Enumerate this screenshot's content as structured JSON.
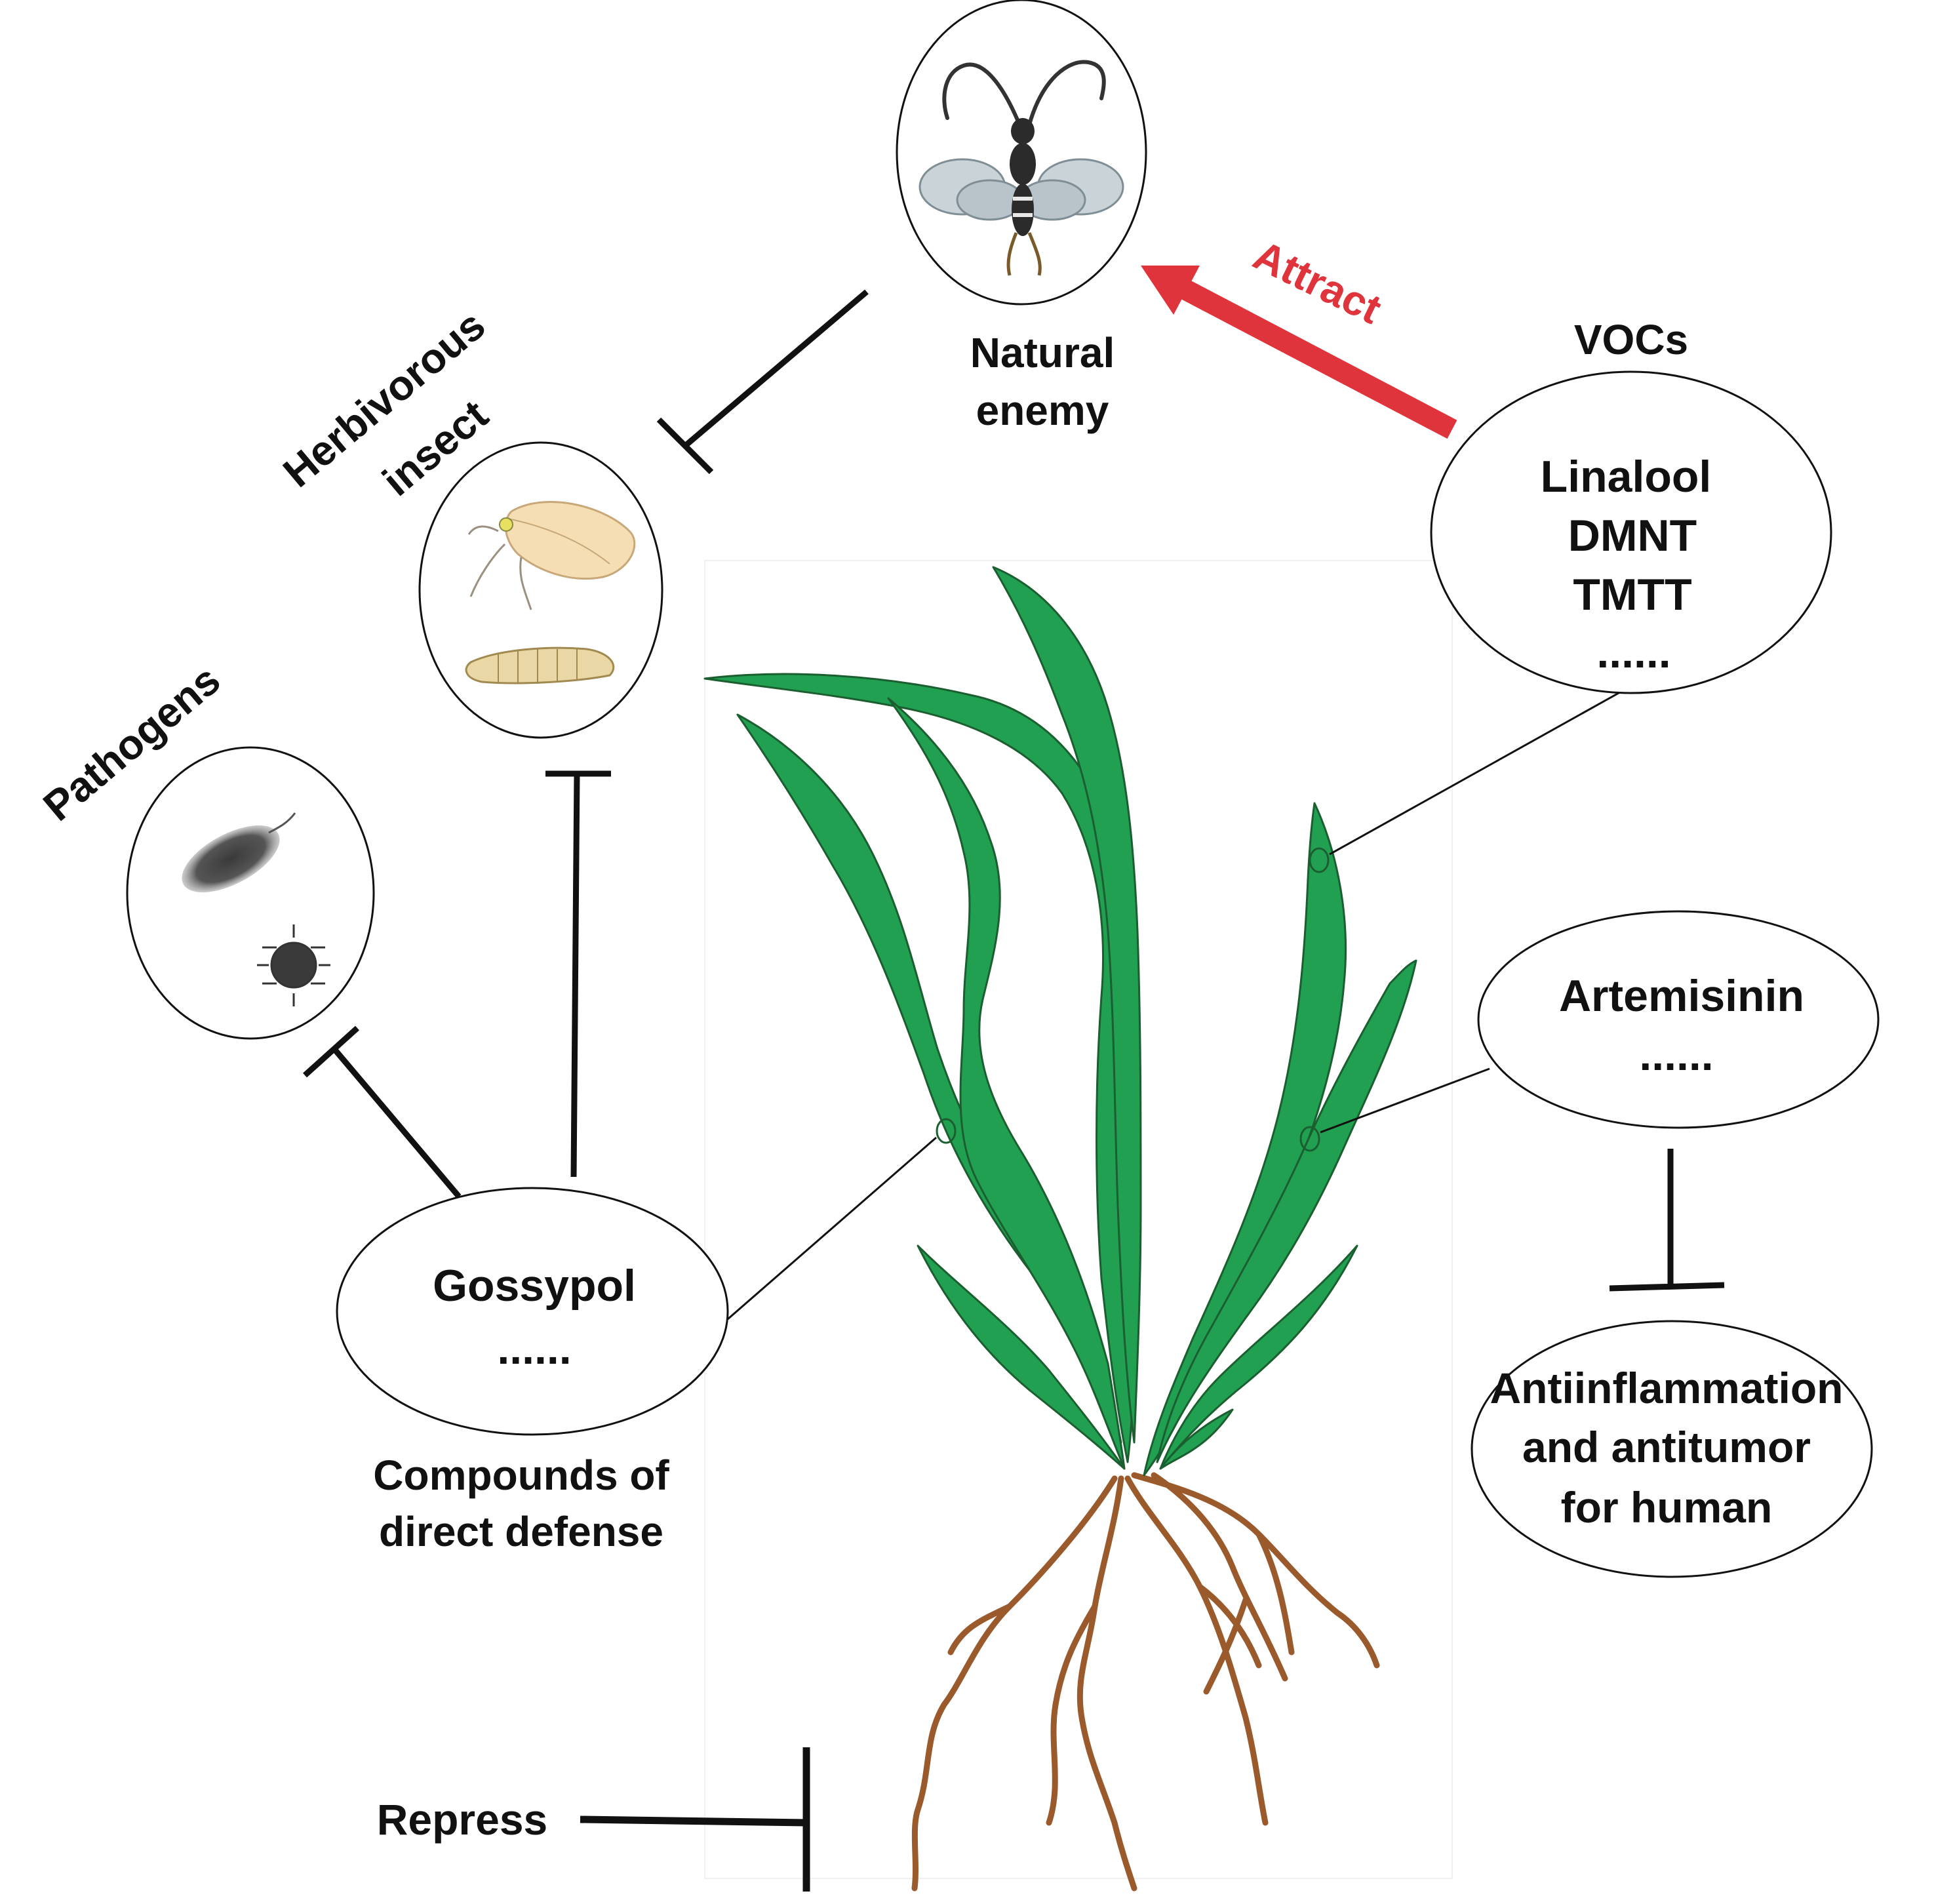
{
  "labels": {
    "natural_enemy_line1": "Natural",
    "natural_enemy_line2": "enemy",
    "herbivorous_line1": "Herbivorous",
    "herbivorous_line2": "insect",
    "pathogens": "Pathogens",
    "attract": "Attract",
    "vocs_title": "VOCs",
    "vocs_items": [
      "Linalool",
      "DMNT",
      "TMTT",
      "......"
    ],
    "artemisinin_items": [
      "Artemisinin",
      "......"
    ],
    "gossypol_items": [
      "Gossypol",
      "......"
    ],
    "direct_defense_line1": "Compounds of",
    "direct_defense_line2": "direct defense",
    "human_line1": "Antiinflammation",
    "human_line2": "and antitumor",
    "human_line3": "for human",
    "repress": "Repress"
  },
  "colors": {
    "attract_arrow": "#e0343c",
    "leaf_fill": "#20a050",
    "leaf_stroke": "#1b5e30",
    "root": "#9a5a2c",
    "ink": "#111111"
  },
  "icons": [
    "wasp-icon",
    "leafhopper-icon",
    "caterpillar-icon",
    "bacterium-icon",
    "virus-icon",
    "plant-illustration"
  ]
}
